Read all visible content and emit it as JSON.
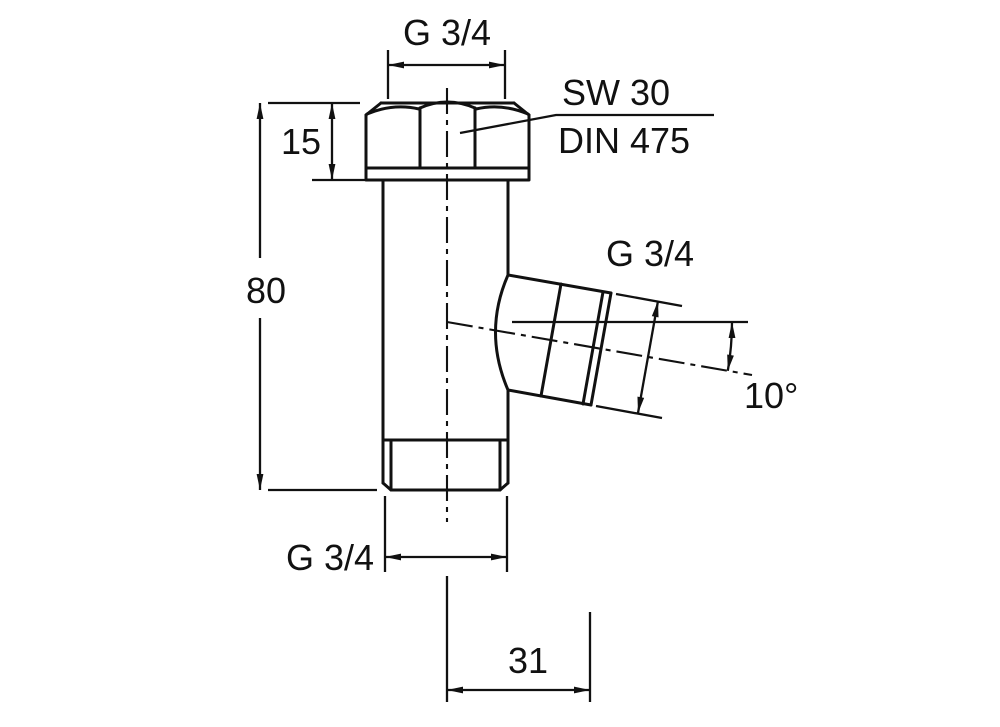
{
  "drawing": {
    "background": "#ffffff",
    "line_color": "#111111",
    "dimensions": {
      "top_thread": "G 3/4",
      "wrench_size": "SW 30",
      "standard": "DIN 475",
      "nut_height": "15",
      "overall_height": "80",
      "outlet_thread": "G 3/4",
      "outlet_angle": "10°",
      "bottom_thread": "G 3/4",
      "outlet_offset": "31"
    }
  }
}
